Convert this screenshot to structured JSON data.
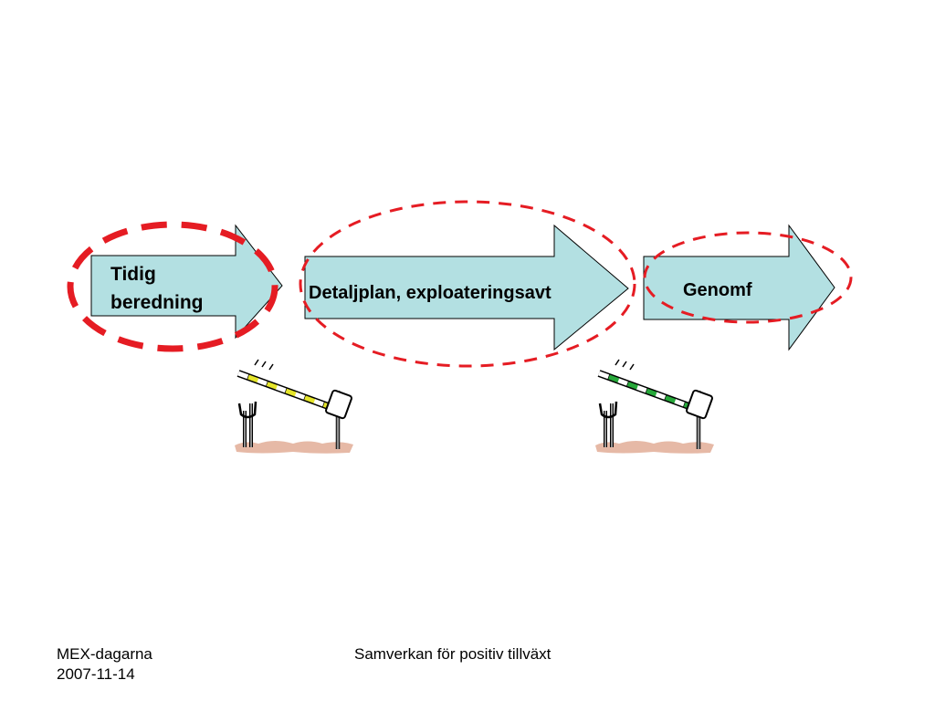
{
  "process": {
    "steps": [
      {
        "line1": "Tidig",
        "line2": "beredning"
      },
      {
        "label": "Detaljplan, exploateringsavt"
      },
      {
        "label": "Genomf"
      }
    ]
  },
  "footer": {
    "event": "MEX-dagarna",
    "date": "2007-11-14",
    "title": "Samverkan för positiv tillväxt"
  },
  "colors": {
    "arrow_fill": "#b3e0e2",
    "highlight": "#e51c23",
    "gate_stripe_1": "#e5e52a",
    "gate_stripe_2": "#27a83a",
    "ground": "#e6b9a6"
  },
  "icons": [
    "barrier-gate-icon",
    "barrier-gate-icon"
  ]
}
